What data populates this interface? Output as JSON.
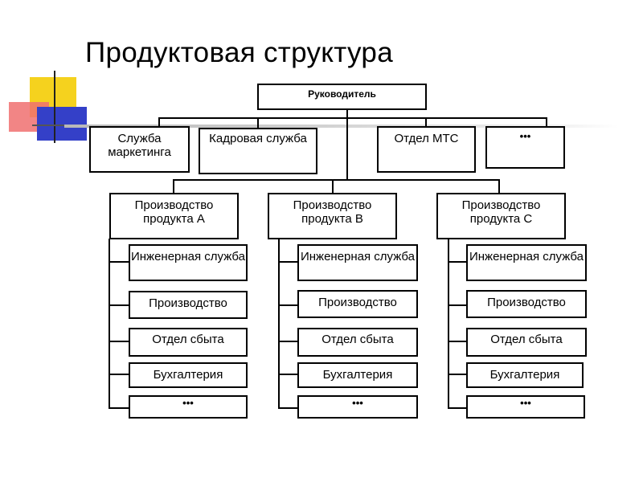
{
  "title": "Продуктовая структура",
  "root": "Руководитель",
  "departments": [
    "Служба маркетинга",
    "Кадровая служба",
    "Отдел МТС",
    "•••"
  ],
  "products": [
    {
      "name": "Производство продукта A",
      "units": [
        "Инженерная служба",
        "Производство",
        "Отдел сбыта",
        "Бухгалтерия",
        "•••"
      ]
    },
    {
      "name": "Производство продукта B",
      "units": [
        "Инженерная служба",
        "Производство",
        "Отдел сбыта",
        "Бухгалтерия",
        "•••"
      ]
    },
    {
      "name": "Производство продукта C",
      "units": [
        "Инженерная служба",
        "Производство",
        "Отдел сбыта",
        "Бухгалтерия",
        "•••"
      ]
    }
  ],
  "colors": {
    "deco_yellow": "#f5d21e",
    "deco_red": "#f07070",
    "deco_blue": "#3440c8",
    "line": "#000000"
  }
}
